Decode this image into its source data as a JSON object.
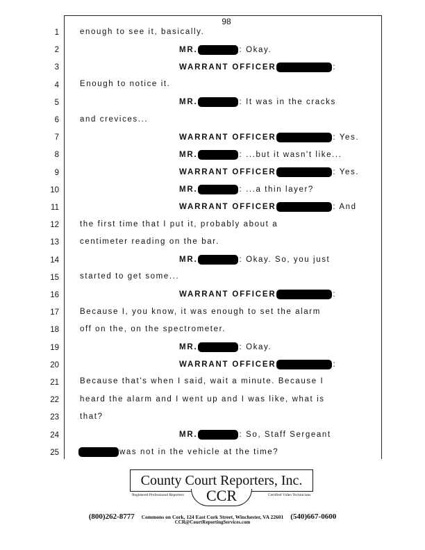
{
  "page_number": "98",
  "line_numbers": [
    "1",
    "2",
    "3",
    "4",
    "5",
    "6",
    "7",
    "8",
    "9",
    "10",
    "11",
    "12",
    "13",
    "14",
    "15",
    "16",
    "17",
    "18",
    "19",
    "20",
    "21",
    "22",
    "23",
    "24",
    "25"
  ],
  "lines": {
    "l1": "enough to see it, basically.",
    "l2_sp": "MR.",
    "l2": ": Okay.",
    "l3_sp": "WARRANT OFFICER",
    "l3": ":",
    "l4": "Enough to notice it.",
    "l5_sp": "MR.",
    "l5": ": It was in the cracks",
    "l6": "and crevices...",
    "l7_sp": "WARRANT OFFICER",
    "l7": ": Yes.",
    "l8_sp": "MR.",
    "l8": ": ...but it wasn't like...",
    "l9_sp": "WARRANT OFFICER",
    "l9": ": Yes.",
    "l10_sp": "MR.",
    "l10": ": ...a thin layer?",
    "l11_sp": "WARRANT OFFICER",
    "l11": ": And",
    "l12": "the first time that I put it, probably about a",
    "l13": "centimeter reading on the bar.",
    "l14_sp": "MR.",
    "l14": ": Okay. So, you just",
    "l15": "started to get some...",
    "l16_sp": "WARRANT OFFICER",
    "l16": ":",
    "l17": "Because I, you know, it was enough to set the alarm",
    "l18": "off on the, on the spectrometer.",
    "l19_sp": "MR.",
    "l19": ": Okay.",
    "l20_sp": "WARRANT OFFICER",
    "l20": ":",
    "l21": "Because that's when I said, wait a minute. Because I",
    "l22": "heard the alarm and I went up and I was like, what is",
    "l23": "that?",
    "l24_sp": "MR.",
    "l24": ": So, Staff Sergeant",
    "l25": "was not in the vehicle at the time?"
  },
  "footer": {
    "company": "County Court Reporters, Inc.",
    "logo_initials": "CCR",
    "tag_left": "Registered Professional Reporters",
    "tag_right": "Certified Video Technicians",
    "phone_left": "(800)262-8777",
    "address": "Commons on Cork, 124 East Cork Street, Winchester, VA 22601",
    "phone_right": "(540)667-0600",
    "email": "CCR@CourtReportingServices.com"
  }
}
